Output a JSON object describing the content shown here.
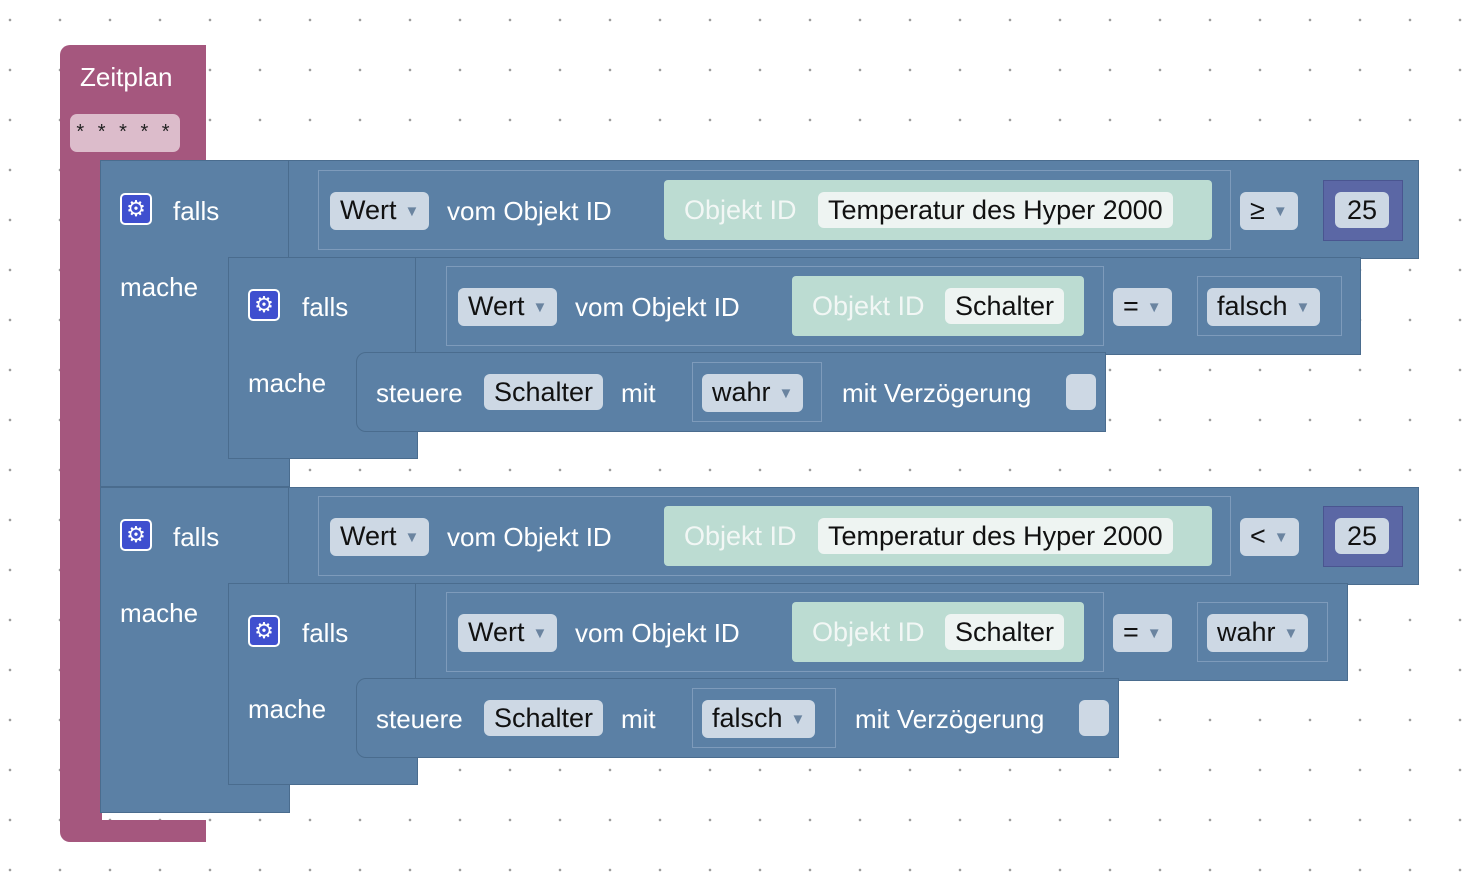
{
  "schedule": {
    "title": "Zeitplan",
    "cron": "* * * * *"
  },
  "keywords": {
    "if": "falls",
    "do": "mache",
    "gear_glyph": "⚙"
  },
  "blocks": [
    {
      "condition": {
        "value_dropdown": "Wert",
        "from_label": "vom Objekt ID",
        "object_label": "Objekt ID",
        "object_name": "Temperatur des Hyper 2000",
        "operator": "≥",
        "number": "25"
      },
      "inner": {
        "condition": {
          "value_dropdown": "Wert",
          "from_label": "vom Objekt ID",
          "object_label": "Objekt ID",
          "object_name": "Schalter",
          "operator": "=",
          "compare_value": "falsch"
        },
        "action": {
          "control_label": "steuere",
          "target": "Schalter",
          "with_label": "mit",
          "value": "wahr",
          "delay_label": "mit Verzögerung"
        }
      }
    },
    {
      "condition": {
        "value_dropdown": "Wert",
        "from_label": "vom Objekt ID",
        "object_label": "Objekt ID",
        "object_name": "Temperatur des Hyper 2000",
        "operator": "<",
        "number": "25"
      },
      "inner": {
        "condition": {
          "value_dropdown": "Wert",
          "from_label": "vom Objekt ID",
          "object_label": "Objekt ID",
          "object_name": "Schalter",
          "operator": "=",
          "compare_value": "wahr"
        },
        "action": {
          "control_label": "steuere",
          "target": "Schalter",
          "with_label": "mit",
          "value": "falsch",
          "delay_label": "mit Verzögerung"
        }
      }
    }
  ],
  "colors": {
    "schedule_block": "#a5577e",
    "logic_block": "#5b80a5",
    "object_block": "#bcdcd2",
    "number_block": "#5b67a5",
    "field": "#cdd8e4",
    "gear": "#3f4fcf"
  }
}
